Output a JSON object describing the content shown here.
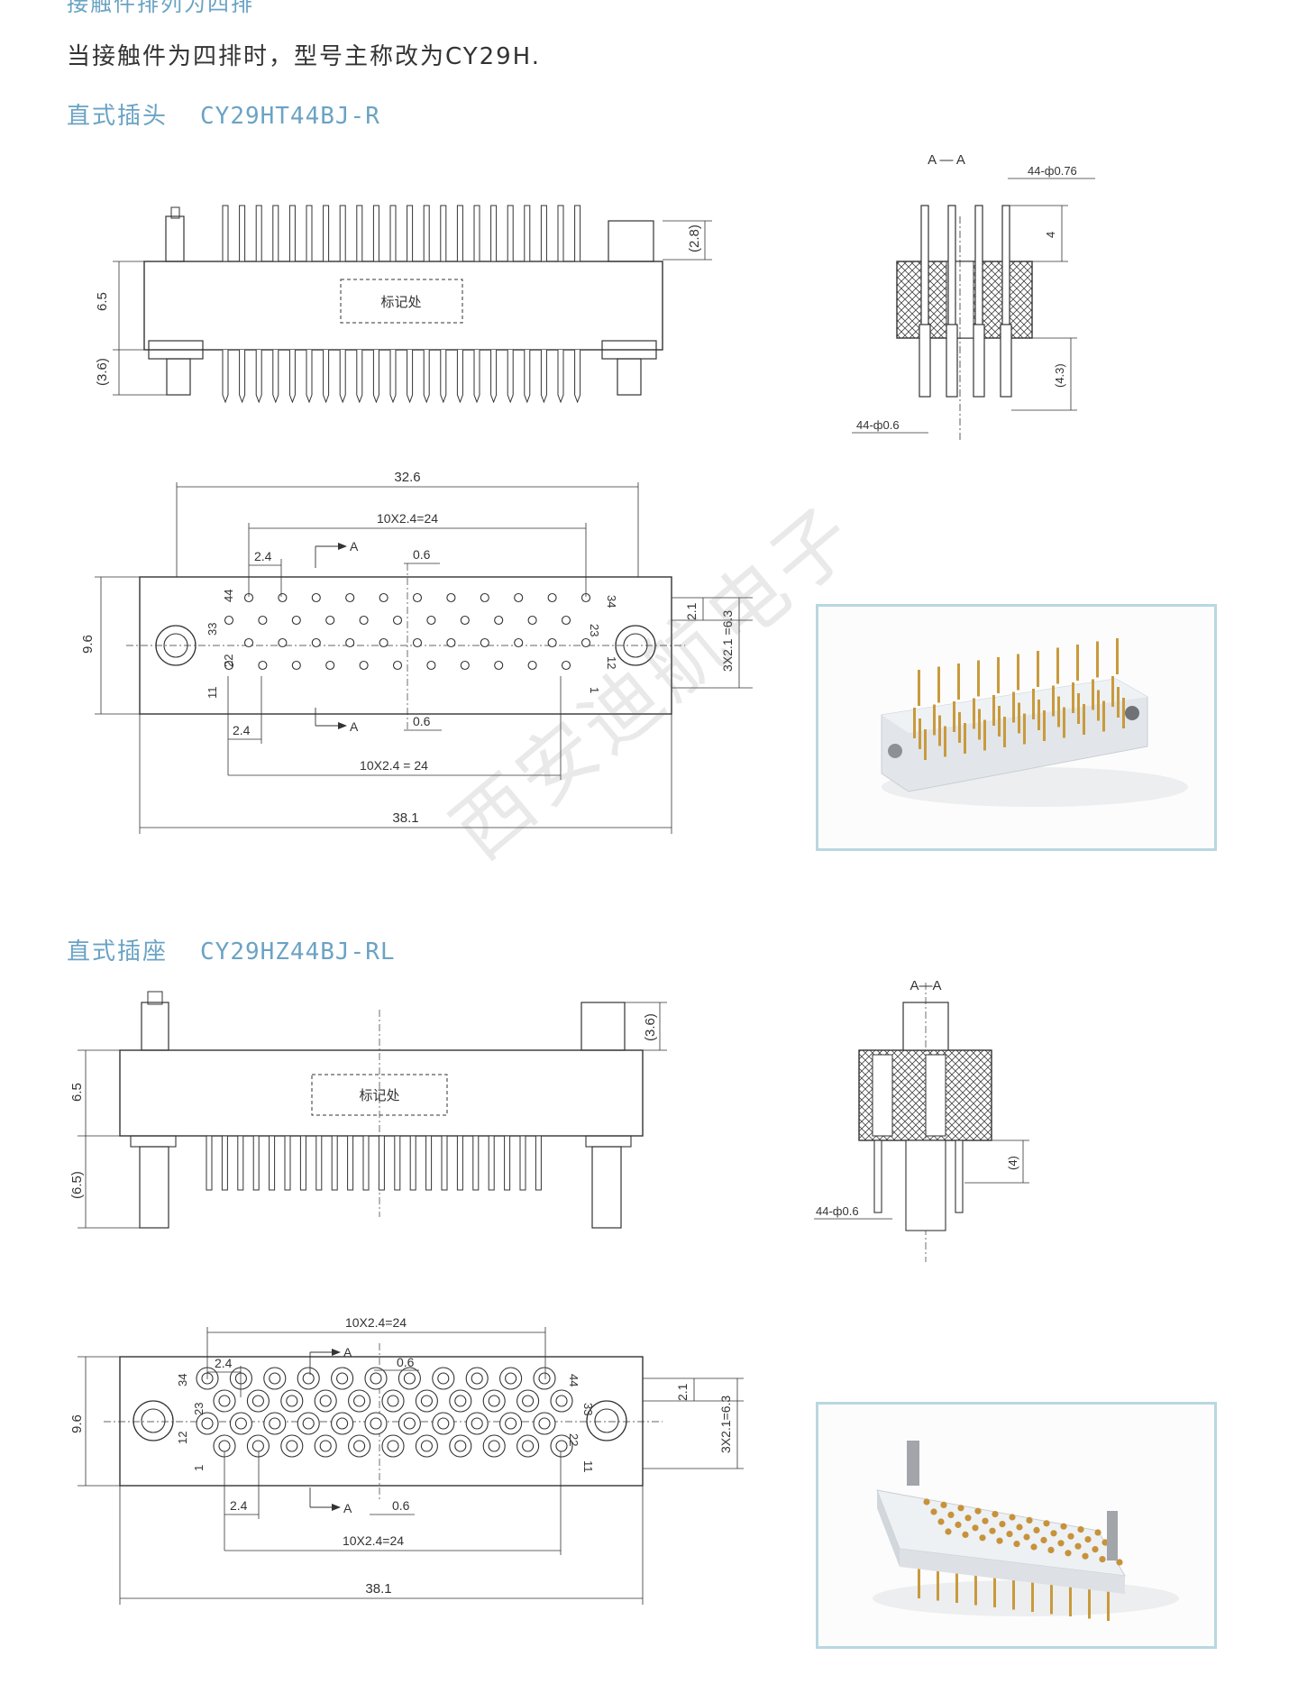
{
  "header": {
    "partial_heading": "接触件排列为四排",
    "intro": "当接触件为四排时，型号主称改为CY29H."
  },
  "plug": {
    "label": "直式插头",
    "model": "CY29HT44BJ-R",
    "mark_box": "标记处",
    "side_dims": {
      "height": "6.5",
      "top": "(2.8)",
      "bottom": "(3.6)"
    },
    "section": {
      "title": "A — A",
      "pin_top": "44-ф0.76",
      "len_top": "4",
      "len_bottom": "(4.3)",
      "pin_bottom": "44-ф0.6"
    },
    "face": {
      "overall_inner": "32.6",
      "pitch_top": "10X2.4=24",
      "pitch_small_top": "2.4",
      "gap_top": "0.6",
      "section_marker": "A",
      "height": "9.6",
      "row_spacing": "2.1",
      "rows_total": "3X2.1 =6.3",
      "row_labels_left": [
        "44",
        "33",
        "22",
        "11"
      ],
      "row_labels_right": [
        "34",
        "23",
        "12",
        "1"
      ],
      "pitch_small_bottom": "2.4",
      "gap_bottom": "0.6",
      "pitch_bottom": "10X2.4 = 24",
      "overall": "38.1"
    }
  },
  "socket": {
    "label": "直式插座",
    "model": "CY29HZ44BJ-RL",
    "mark_box": "标记处",
    "side_dims": {
      "height": "6.5",
      "top": "(3.6)",
      "bottom": "(6.5)"
    },
    "section": {
      "title": "A—A",
      "len_bottom": "(4)",
      "pin_bottom": "44-ф0.6"
    },
    "face": {
      "pitch_top": "10X2.4=24",
      "pitch_small_top": "2.4",
      "gap_top": "0.6",
      "section_marker": "A",
      "height": "9.6",
      "row_spacing": "2.1",
      "rows_total": "3X2.1=6.3",
      "row_labels_left": [
        "34",
        "23",
        "12",
        "1"
      ],
      "row_labels_right": [
        "44",
        "33",
        "22",
        "11"
      ],
      "pitch_small_bottom": "2.4",
      "gap_bottom": "0.6",
      "pitch_bottom": "10X2.4=24",
      "overall": "38.1"
    }
  },
  "watermark": "西安迪航电子",
  "colors": {
    "heading": "#6aa3c4",
    "frame": "#b9d7e0",
    "pin_gold": "#c99a3c",
    "body_grey": "#e6e8ea"
  }
}
